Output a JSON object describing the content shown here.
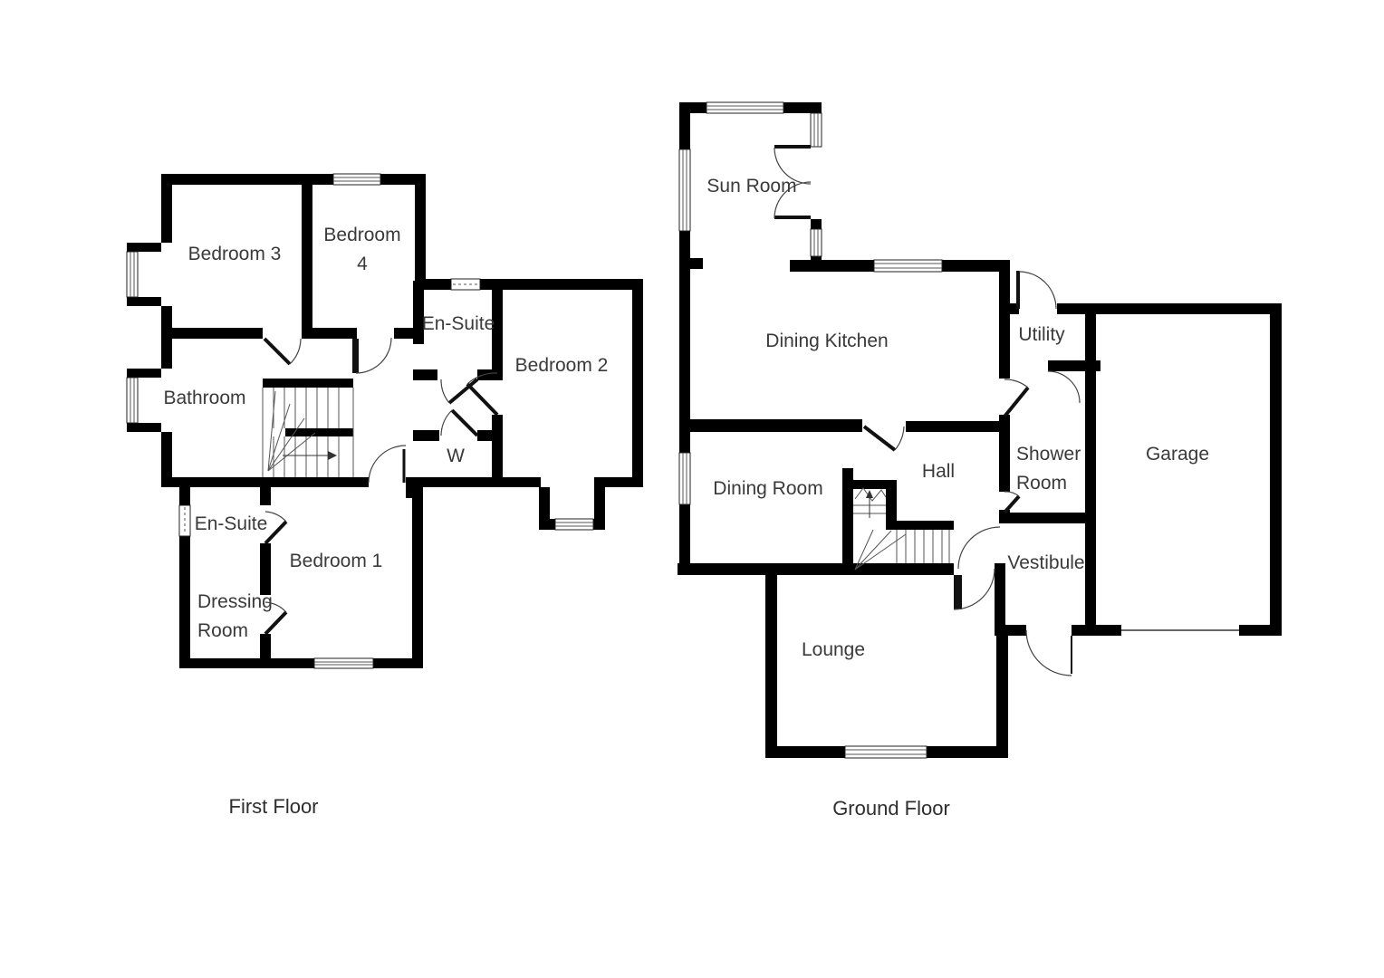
{
  "document": {
    "background_color": "#ffffff",
    "wall_color": "#000000",
    "text_color": "#3a3a3a"
  },
  "first_floor": {
    "title": "First Floor",
    "rooms": [
      {
        "name": "bedroom-3",
        "lines": [
          "Bedroom 3"
        ]
      },
      {
        "name": "bedroom-4",
        "lines": [
          "Bedroom",
          "4"
        ]
      },
      {
        "name": "bathroom",
        "lines": [
          "Bathroom"
        ]
      },
      {
        "name": "en-suite-top",
        "lines": [
          "En-Suite"
        ]
      },
      {
        "name": "bedroom-2",
        "lines": [
          "Bedroom 2"
        ]
      },
      {
        "name": "wardrobe",
        "lines": [
          "W"
        ]
      },
      {
        "name": "en-suite-master",
        "lines": [
          "En-Suite"
        ]
      },
      {
        "name": "bedroom-1",
        "lines": [
          "Bedroom 1"
        ]
      },
      {
        "name": "dressing-room",
        "lines": [
          "Dressing",
          "Room"
        ]
      }
    ]
  },
  "ground_floor": {
    "title": "Ground Floor",
    "rooms": [
      {
        "name": "sun-room",
        "lines": [
          "Sun Room"
        ]
      },
      {
        "name": "dining-kitchen",
        "lines": [
          "Dining Kitchen"
        ]
      },
      {
        "name": "utility",
        "lines": [
          "Utility"
        ]
      },
      {
        "name": "dining-room",
        "lines": [
          "Dining Room"
        ]
      },
      {
        "name": "hall",
        "lines": [
          "Hall"
        ]
      },
      {
        "name": "shower-room",
        "lines": [
          "Shower",
          "Room"
        ]
      },
      {
        "name": "garage",
        "lines": [
          "Garage"
        ]
      },
      {
        "name": "vestibule",
        "lines": [
          "Vestibule"
        ]
      },
      {
        "name": "lounge",
        "lines": [
          "Lounge"
        ]
      }
    ]
  }
}
